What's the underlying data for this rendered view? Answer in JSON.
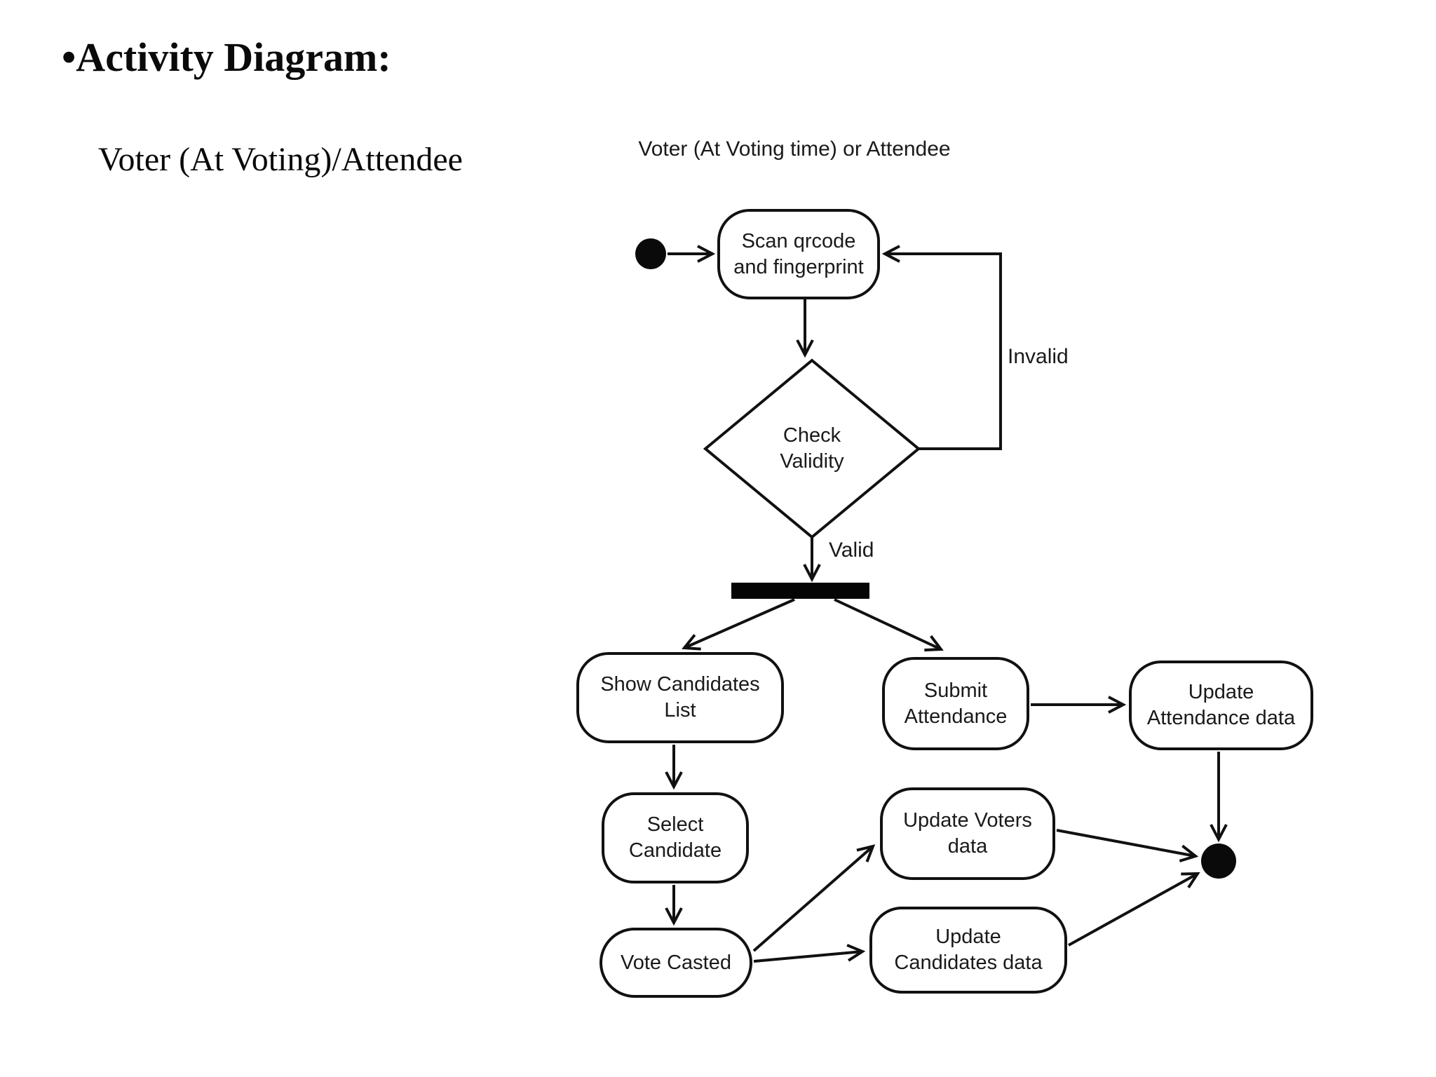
{
  "page": {
    "title": "•Activity Diagram:",
    "subtitle": "Voter (At Voting)/Attendee"
  },
  "diagram": {
    "header": "Voter (At Voting time) or Attendee",
    "colors": {
      "stroke": "#111111",
      "node_fill": "#ffffff",
      "background": "#ffffff"
    },
    "nodes": {
      "start": {
        "type": "initial-node"
      },
      "scan": {
        "lines": [
          "Scan qrcode",
          "and fingerprint"
        ]
      },
      "check_validity": {
        "lines": [
          "Check",
          "Validity"
        ]
      },
      "fork": {
        "type": "fork-bar"
      },
      "show_candidates": {
        "lines": [
          "Show Candidates",
          "List"
        ]
      },
      "submit_attendance": {
        "lines": [
          "Submit",
          "Attendance"
        ]
      },
      "update_attendance": {
        "lines": [
          "Update",
          "Attendance data"
        ]
      },
      "select_candidate": {
        "lines": [
          "Select",
          "Candidate"
        ]
      },
      "vote_casted": {
        "lines": [
          "Vote Casted"
        ]
      },
      "update_voters": {
        "lines": [
          "Update Voters",
          "data"
        ]
      },
      "update_candidates": {
        "lines": [
          "Update",
          "Candidates data"
        ]
      },
      "end": {
        "type": "final-node"
      }
    },
    "edge_labels": {
      "valid": "Valid",
      "invalid": "Invalid"
    }
  }
}
